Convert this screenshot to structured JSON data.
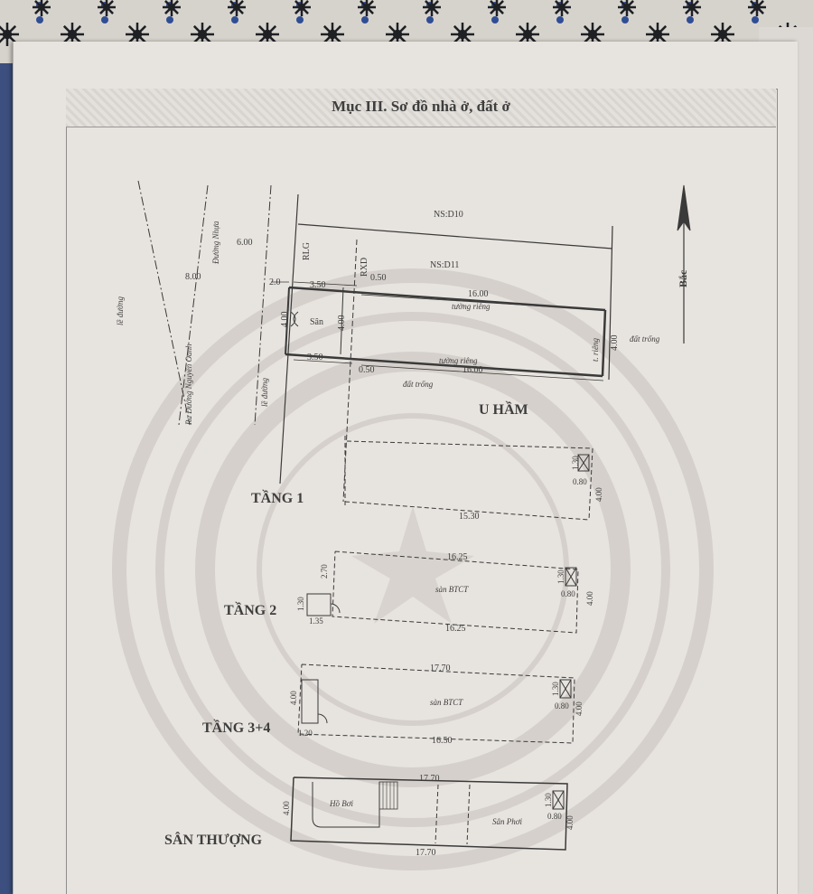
{
  "document": {
    "section_title": "Mục III. Sơ đồ nhà ở, đất ở"
  },
  "site_plan": {
    "neighbor_back": "NS:D10",
    "neighbor_side": "NS:D11",
    "road_line_left": "RLG",
    "road_line_right": "RXD",
    "road_name": "Đường Nhựa",
    "street_name": "Ra Đường Nguyễn Oanh",
    "road_edge_1": "lề đường",
    "road_edge_2": "lề đường",
    "dim_600": "6.00",
    "dim_800": "8.00",
    "dim_20": "2.0",
    "dim_350_top": "3.50",
    "dim_050_top": "0.50",
    "dim_1600_top": "16.00",
    "wall_top": "tường riêng",
    "dim_400_left": "4.00",
    "yard": "Sân",
    "dim_400_mid": "4.00",
    "dim_400_right": "4.00",
    "wall_right": "t. riêng",
    "empty_land_right": "đất trống",
    "dim_350_bot": "3.50",
    "dim_050_bot": "0.50",
    "wall_bottom": "tường riêng",
    "dim_1600_bot": "16.00",
    "empty_land_bottom": "đất trống",
    "north": "Bắc"
  },
  "floors": {
    "ham": {
      "label": "U HẦM",
      "dim_130": "1.30",
      "dim_080": "0.80",
      "dim_400": "4.00"
    },
    "f1": {
      "label": "TẦNG 1",
      "dim_len": "15.30"
    },
    "f2": {
      "label": "TẦNG 2",
      "dim_top": "16.25",
      "dim_bot": "16.25",
      "dim_270": "2.70",
      "dim_130_left": "1.30",
      "dim_135": "1.35",
      "slab": "sàn BTCT",
      "dim_130": "1.30",
      "dim_080": "0.80",
      "dim_400": "4.00"
    },
    "f34": {
      "label": "TẦNG 3+4",
      "dim_top": "17.70",
      "dim_bot": "16.50",
      "dim_400_left": "4.00",
      "dim_120": "1.20",
      "slab": "sàn BTCT",
      "dim_130": "1.30",
      "dim_080": "0.80",
      "dim_400": "4.00"
    },
    "roof": {
      "label": "SÂN THƯỢNG",
      "dim_top": "17.70",
      "dim_bot": "17.70",
      "dim_400_left": "4.00",
      "pool": "Hồ Bơi",
      "drying": "Sân Phơi",
      "dim_130": "1.30",
      "dim_080": "0.80",
      "dim_400": "4.00"
    }
  },
  "colors": {
    "line": "#3a3a3a",
    "text": "#3e3e3e",
    "emblem": "#d5d0cb",
    "pattern_bg": "#d6d3cd",
    "pattern_star": "#1e2024",
    "pattern_dot": "#2f4d93"
  }
}
